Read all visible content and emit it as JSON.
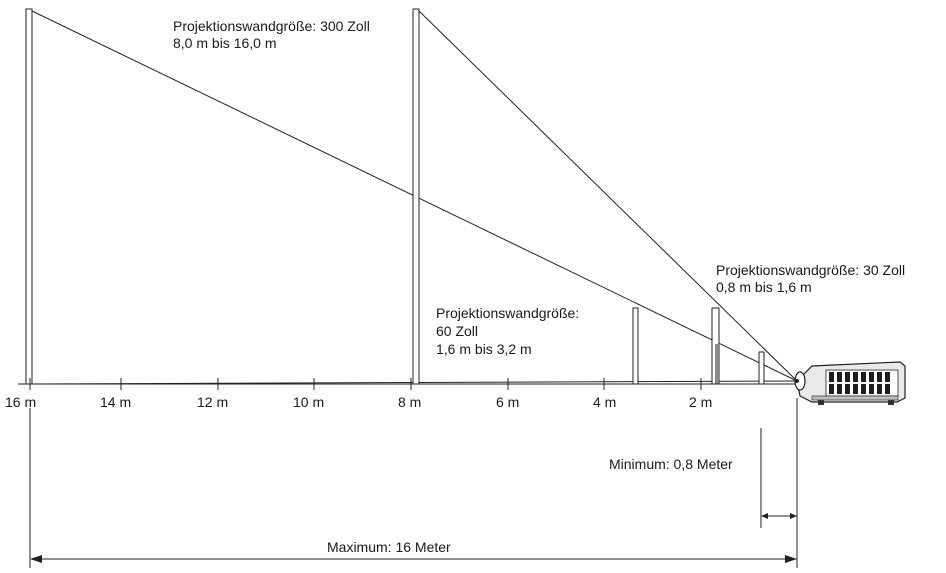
{
  "screens": [
    {
      "size_label": "Projektionswandgröße: 300 Zoll",
      "range_label": "8,0 m bis 16,0 m"
    },
    {
      "size_label_line1": "Projektionswandgröße:",
      "size_label_line2": "60 Zoll",
      "range_label": "1,6 m bis 3,2 m"
    },
    {
      "size_label": "Projektionswandgröße: 30 Zoll",
      "range_label": "0,8 m bis 1,6 m"
    }
  ],
  "axis": {
    "ticks": [
      "16 m",
      "14 m",
      "12 m",
      "10 m",
      "8 m",
      "6 m",
      "4 m",
      "2 m"
    ]
  },
  "distances": {
    "minimum": "Minimum: 0,8 Meter",
    "maximum": "Maximum: 16 Meter"
  }
}
